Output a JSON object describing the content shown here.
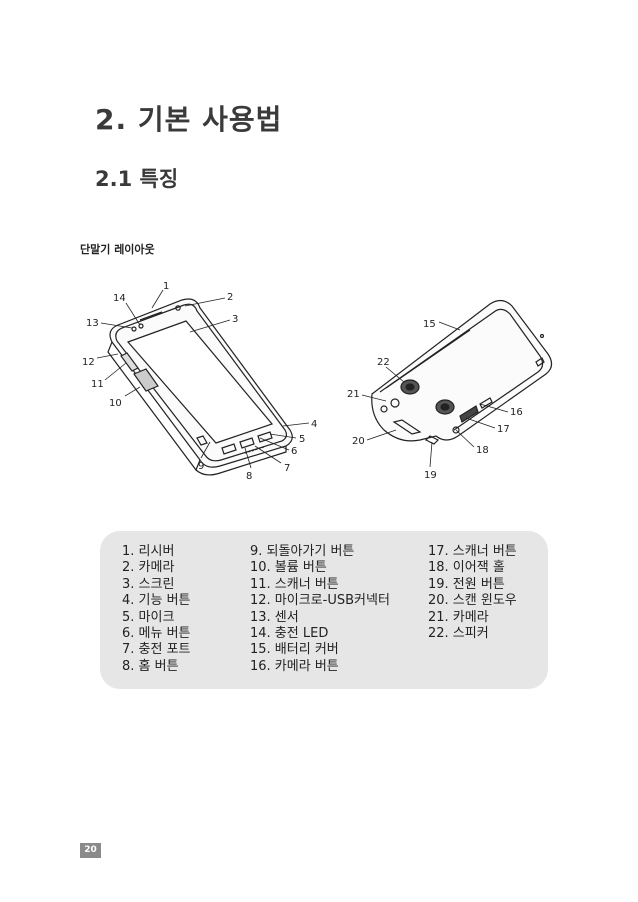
{
  "heading": "2.  기본 사용법",
  "subheading": "2.1  특징",
  "figure_caption": "단말기 레이아웃",
  "callouts": [
    "1",
    "2",
    "3",
    "4",
    "5",
    "6",
    "7",
    "8",
    "9",
    "10",
    "11",
    "12",
    "13",
    "14",
    "15",
    "16",
    "17",
    "18",
    "19",
    "20",
    "21",
    "22"
  ],
  "legend": {
    "col1": [
      "1.  리시버",
      "2.  카메라",
      "3.  스크린",
      "4.  기능 버튼",
      "5.  마이크",
      "6.  메뉴 버튼",
      "7.  충전 포트",
      "8.  홈 버튼"
    ],
    "col2": [
      "9.  되돌아가기 버튼",
      "10.  볼륨 버튼",
      "11.  스캐너 버튼",
      "12.  마이크로-USB커넥터",
      "13.  센서",
      "14.  충전 LED",
      "15.  배터리 커버",
      "16.  카메라 버튼"
    ],
    "col3": [
      "17.  스캐너 버튼",
      "18.  이어잭 홀",
      "19.  전원 버튼",
      "20.  스캔 윈도우",
      "21.  카메라",
      "22.  스피커"
    ]
  },
  "page_number": "20"
}
